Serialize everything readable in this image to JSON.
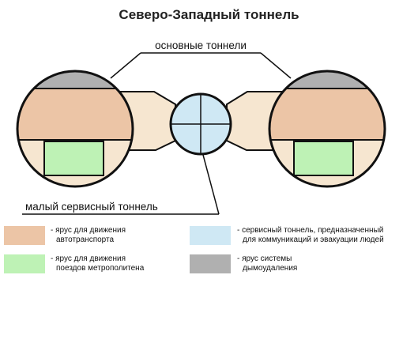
{
  "title": "Северо-Западный тоннель",
  "labels": {
    "main_tunnels": "основные тоннели",
    "service_tunnel": "малый сервисный тоннель"
  },
  "legend": [
    {
      "id": "road",
      "color": "#ecc5a6",
      "line1": "- ярус для движения",
      "line2": "автотранспорта"
    },
    {
      "id": "metro",
      "color": "#bef2b5",
      "line1": "- ярус для движения",
      "line2": "поездов метрополитена"
    },
    {
      "id": "service",
      "color": "#cfe8f4",
      "line1": "- сервисный тоннель, предназначенный",
      "line2": "для коммуникаций и эвакуации людей"
    },
    {
      "id": "smoke",
      "color": "#b0b0b0",
      "line1": "- ярус системы",
      "line2": "дымоудаления"
    }
  ],
  "colors": {
    "connector": "#f6e6d0",
    "outline": "#111111"
  }
}
